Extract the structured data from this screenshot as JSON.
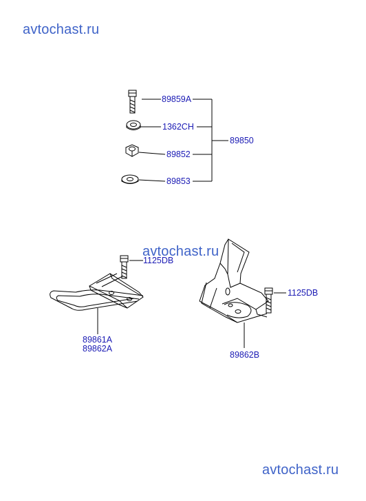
{
  "watermarks": [
    "avtochast.ru",
    "avtochast.ru",
    "avtochast.ru"
  ],
  "labels": {
    "p89859A": "89859A",
    "p1362CH": "1362CH",
    "p89852": "89852",
    "p89853": "89853",
    "p89850": "89850",
    "bolt_left": "1125DB",
    "bolt_right": "1125DB",
    "p89861A": "89861A",
    "p89862A": "89862A",
    "p89862B": "89862B"
  },
  "colors": {
    "watermark": "#3f63c8",
    "label": "#1a1ab4",
    "lines": "#000000"
  }
}
